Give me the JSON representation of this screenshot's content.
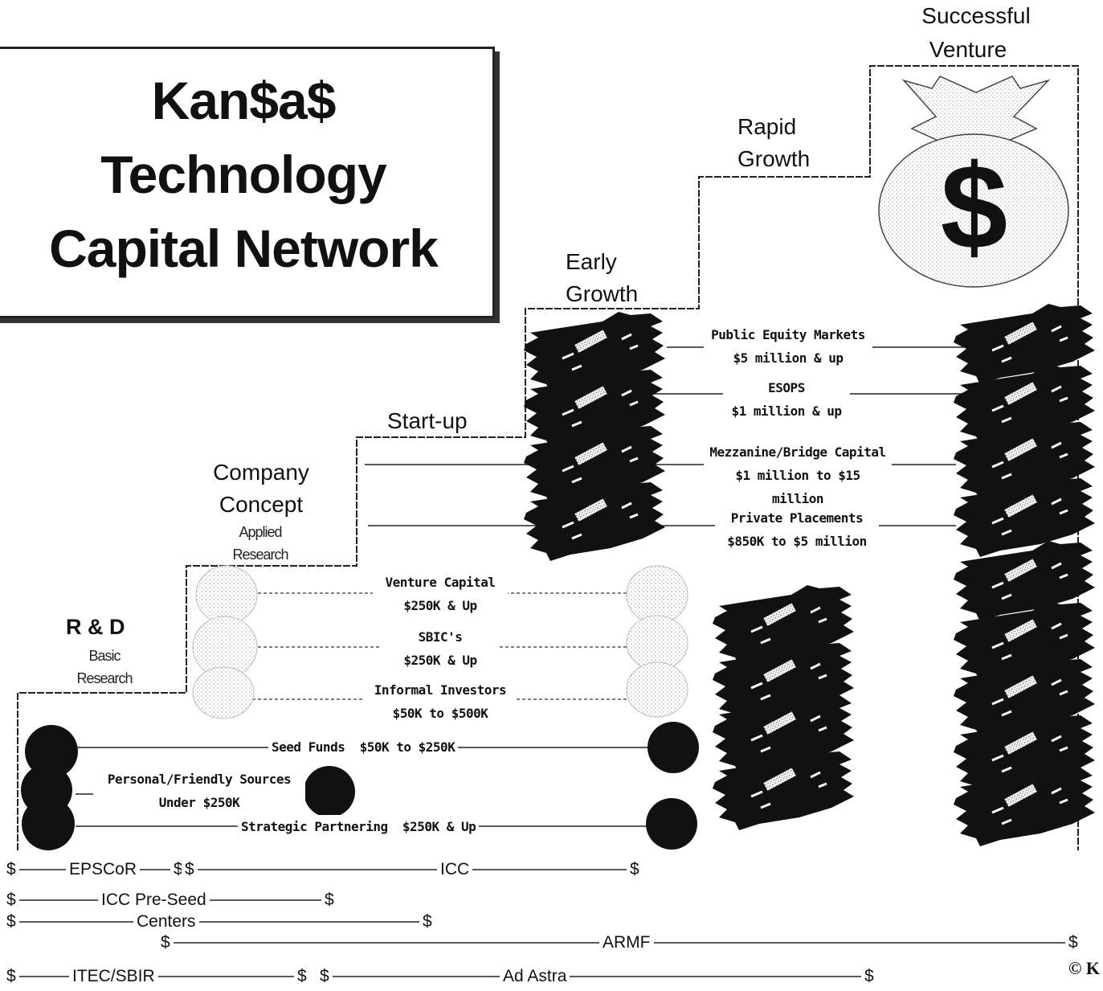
{
  "title": [
    "Kan$a$",
    "Technology",
    "Capital Network"
  ],
  "stages": {
    "rd": {
      "title": "R & D",
      "sub": [
        "Basic",
        "Research"
      ]
    },
    "concept": {
      "title": [
        "Company",
        "Concept"
      ],
      "sub": [
        "Applied",
        "Research"
      ]
    },
    "startup": {
      "title": "Start-up"
    },
    "early": {
      "title": [
        "Early",
        "Growth"
      ]
    },
    "rapid": {
      "title": [
        "Rapid",
        "Growth"
      ]
    },
    "success": {
      "title": [
        "Successful",
        "Venture"
      ]
    }
  },
  "money_bag_symbol": "$",
  "funding_sources": {
    "public_equity": [
      "Public Equity Markets",
      "$5 million & up"
    ],
    "esops": [
      "ESOPS",
      "$1 million & up"
    ],
    "mezzanine": [
      "Mezzanine/Bridge Capital",
      "$1 million to $15 million"
    ],
    "private_placements": [
      "Private Placements",
      "$850K to $5 million"
    ],
    "venture_capital": [
      "Venture Capital",
      "$250K & Up"
    ],
    "sbics": [
      "SBIC's",
      "$250K & Up"
    ],
    "informal_investors": [
      "Informal Investors",
      "$50K to $500K"
    ],
    "seed_funds": "Seed Funds  $50K to $250K",
    "personal_friendly": [
      "Personal/Friendly Sources",
      "Under $250K"
    ],
    "strategic_partnering": "Strategic Partnering  $250K & Up"
  },
  "programs": {
    "epscor": "EPSCoR",
    "icc": "ICC",
    "icc_preseed": "ICC Pre-Seed",
    "centers": "Centers",
    "armf": "ARMF",
    "itec_sbir": "ITEC/SBIR",
    "ad_astra": "Ad Astra"
  },
  "dollar_mark": "$",
  "copyright": "© K",
  "colors": {
    "ink": "#111111",
    "stipple": "#9a9a9a",
    "bag_fill": "#dcdcdc"
  }
}
